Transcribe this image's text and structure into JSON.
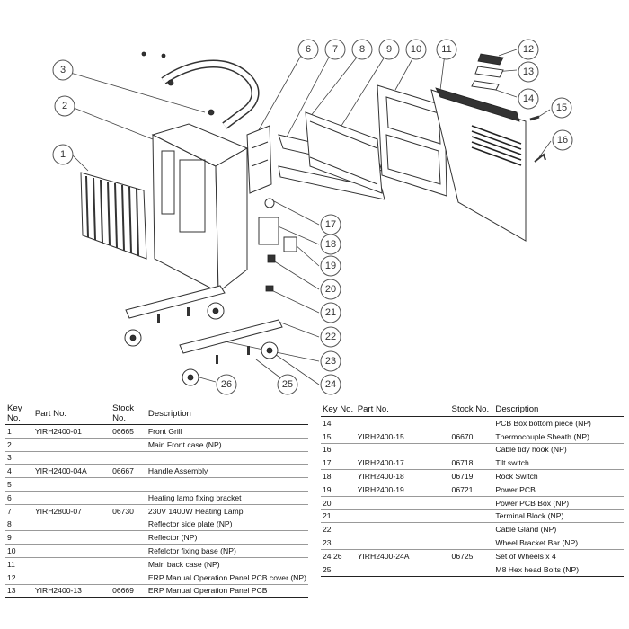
{
  "callouts": [
    "1",
    "2",
    "3",
    "6",
    "7",
    "8",
    "9",
    "10",
    "11",
    "12",
    "13",
    "14",
    "15",
    "16",
    "17",
    "18",
    "19",
    "20",
    "21",
    "22",
    "23",
    "24",
    "25",
    "26"
  ],
  "table": {
    "headers": {
      "key": "Key No.",
      "part": "Part No.",
      "stock": "Stock No.",
      "desc": "Description"
    },
    "left_rows": [
      {
        "key": "1",
        "part": "YIRH2400-01",
        "stock": "06665",
        "desc": "Front Grill"
      },
      {
        "key": "2",
        "part": "",
        "stock": "",
        "desc": "Main Front case (NP)"
      },
      {
        "key": "3",
        "part": "",
        "stock": "",
        "desc": ""
      },
      {
        "key": "4",
        "part": "YIRH2400-04A",
        "stock": "06667",
        "desc": "Handle Assembly"
      },
      {
        "key": "5",
        "part": "",
        "stock": "",
        "desc": ""
      },
      {
        "key": "6",
        "part": "",
        "stock": "",
        "desc": "Heating lamp fixing bracket"
      },
      {
        "key": "7",
        "part": "YIRH2800-07",
        "stock": "06730",
        "desc": "230V 1400W Heating Lamp"
      },
      {
        "key": "8",
        "part": "",
        "stock": "",
        "desc": "Reflector side plate (NP)"
      },
      {
        "key": "9",
        "part": "",
        "stock": "",
        "desc": "Reflector (NP)"
      },
      {
        "key": "10",
        "part": "",
        "stock": "",
        "desc": "Refelctor fixing base (NP)"
      },
      {
        "key": "11",
        "part": "",
        "stock": "",
        "desc": "Main back case (NP)"
      },
      {
        "key": "12",
        "part": "",
        "stock": "",
        "desc": "ERP Manual Operation Panel PCB cover (NP)"
      },
      {
        "key": "13",
        "part": "YIRH2400-13",
        "stock": "06669",
        "desc": "ERP Manual Operation Panel PCB"
      }
    ],
    "right_rows": [
      {
        "key": "14",
        "part": "",
        "stock": "",
        "desc": "PCB Box bottom piece (NP)"
      },
      {
        "key": "15",
        "part": "YIRH2400-15",
        "stock": "06670",
        "desc": "Thermocouple Sheath (NP)"
      },
      {
        "key": "16",
        "part": "",
        "stock": "",
        "desc": "Cable tidy hook (NP)"
      },
      {
        "key": "17",
        "part": "YIRH2400-17",
        "stock": "06718",
        "desc": "Tilt switch"
      },
      {
        "key": "18",
        "part": "YIRH2400-18",
        "stock": "06719",
        "desc": "Rock Switch"
      },
      {
        "key": "19",
        "part": "YIRH2400-19",
        "stock": "06721",
        "desc": "Power PCB"
      },
      {
        "key": "20",
        "part": "",
        "stock": "",
        "desc": "Power PCB Box (NP)"
      },
      {
        "key": "21",
        "part": "",
        "stock": "",
        "desc": "Terminal Block (NP)"
      },
      {
        "key": "22",
        "part": "",
        "stock": "",
        "desc": "Cable Gland (NP)"
      },
      {
        "key": "23",
        "part": "",
        "stock": "",
        "desc": "Wheel Bracket Bar (NP)"
      },
      {
        "key": "24 26",
        "part": "YIRH2400-24A",
        "stock": "06725",
        "desc": "Set of Wheels x 4"
      },
      {
        "key": "25",
        "part": "",
        "stock": "",
        "desc": "M8 Hex head Bolts (NP)"
      }
    ]
  }
}
